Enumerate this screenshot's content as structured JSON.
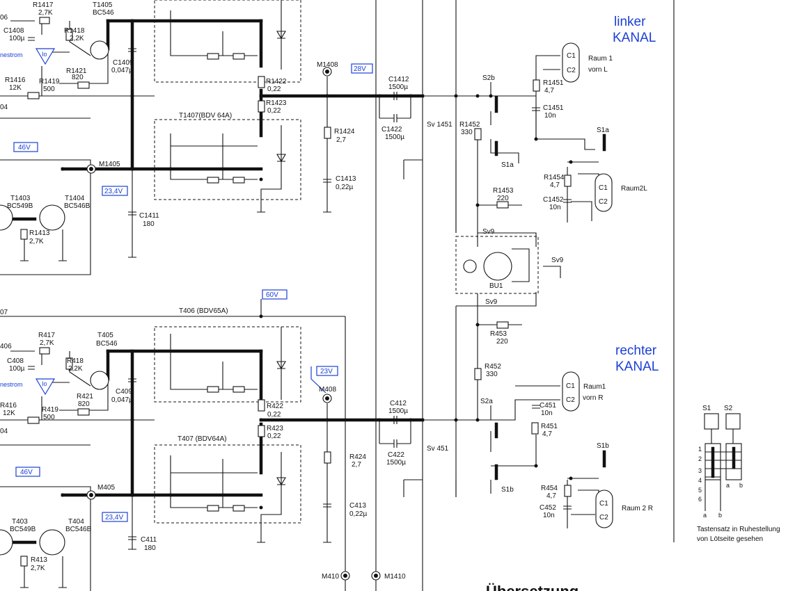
{
  "left_channel": {
    "title_line1": "linker",
    "title_line2": "KANAL",
    "labels": {
      "r1417": "R1417",
      "r1417_v": "2,7K",
      "t1405": "T1405",
      "t1405_v": "BC546",
      "c1408": "C1408",
      "c1408_v": "100µ",
      "r1418": "R1418",
      "r1418_v": "2,2K",
      "c1409": "C1409",
      "c1409_v": "0,047µ",
      "r1421": "R1421",
      "r1421_v": "820",
      "r1419": "R1419",
      "r1419_v": "500",
      "r1416": "R1416",
      "r1416_v": "12K",
      "r1422": "R1422",
      "r1422_v": "0,22",
      "r1423": "R1423",
      "r1423_v": "0,22",
      "m1408": "M1408",
      "t1407": "T1407(BDV 64A)",
      "r1424": "R1424",
      "r1424_v": "2,7",
      "c1413": "C1413",
      "c1413_v": "0,22µ",
      "c1412": "C1412",
      "c1412_v": "1500µ",
      "c1422": "C1422",
      "c1422_v": "1500µ",
      "sv1451": "Sv 1451",
      "m1405": "M1405",
      "t1403": "T1403",
      "t1403_v": "BC549B",
      "t1404": "T1404",
      "t1404_v": "BC546B",
      "r1413": "R1413",
      "r1413_v": "2,7K",
      "c1411": "C1411",
      "c1411_v": "180",
      "r1452": "R1452",
      "r1452_v": "330",
      "r1451": "R1451",
      "r1451_v": "4,7",
      "c1451": "C1451",
      "c1451_v": "10n",
      "r1453": "R1453",
      "r1453_v": "220",
      "r1454": "R1454",
      "r1454_v": "4,7",
      "c1452": "C1452",
      "c1452_v": "10n",
      "raum1": "Raum 1",
      "raum1_sub": "vorn  L",
      "raum2": "Raum2L"
    },
    "voltages": {
      "v28": "28V",
      "v46": "46V",
      "v234": "23,4V"
    }
  },
  "right_channel": {
    "title_line1": "rechter",
    "title_line2": "KANAL",
    "labels": {
      "t406": "T406  (BDV65A)",
      "r417": "R417",
      "r417_v": "2,7K",
      "t405": "T405",
      "t405_v": "BC546",
      "c408": "C408",
      "c408_v": "100µ",
      "r418": "R418",
      "r418_v": "2,2K",
      "c409": "C409",
      "c409_v": "0,047µ",
      "r421": "R421",
      "r421_v": "820",
      "r419": "R419",
      "r419_v": "500",
      "r416": "R416",
      "r416_v": "12K",
      "r422": "R422",
      "r422_v": "0,22",
      "r423": "R423",
      "r423_v": "0,22",
      "m408": "M408",
      "t407": "T407 (BDV64A)",
      "r424": "R424",
      "r424_v": "2,7",
      "c413": "C413",
      "c413_v": "0,22µ",
      "c412": "C412",
      "c412_v": "1500µ",
      "c422": "C422",
      "c422_v": "1500µ",
      "sv451": "Sv 451",
      "m405": "M405",
      "t403": "T403",
      "t403_v": "BC549B",
      "t404": "T404",
      "t404_v": "BC546B",
      "r413": "R413",
      "r413_v": "2,7K",
      "c411": "C411",
      "c411_v": "180",
      "r453": "R453",
      "r453_v": "220",
      "r452": "R452",
      "r452_v": "330",
      "c451": "C451",
      "c451_v": "10n",
      "r451": "R451",
      "r451_v": "4,7",
      "r454": "R454",
      "r454_v": "4,7",
      "c452": "C452",
      "c452_v": "10n",
      "raum1": "Raum1",
      "raum1_sub": "vorn R",
      "raum2": "Raum 2 R"
    },
    "voltages": {
      "v60": "60V",
      "v23": "23V",
      "v46": "46V",
      "v234": "23,4V"
    }
  },
  "switches": {
    "s2b": "S2b",
    "s1a": "S1a",
    "s2a": "S2a",
    "s1b": "S1b"
  },
  "shared": {
    "stromlabel": "nestrom",
    "io": "Io",
    "m410": "M410",
    "m1410": "M1410",
    "sv9": "Sv9",
    "bu1": "BU1",
    "c1": "C1",
    "c2": "C2",
    "edge_06": "06",
    "edge_04": "04",
    "edge_07": "07",
    "edge_406": "406",
    "edge_404": "04"
  },
  "legend": {
    "s1": "S1",
    "s2": "S2",
    "rows": [
      "1",
      "2",
      "3",
      "4",
      "5",
      "6"
    ],
    "col_a": "a",
    "col_b": "b",
    "caption_line1": "Tastensatz in Ruhestellung",
    "caption_line2": "von Lötseite gesehen"
  },
  "footer": {
    "heading": "Übersetzung"
  },
  "colors": {
    "ink": "#111111",
    "annotation_blue": "#1a3fd6",
    "paper": "#ffffff"
  }
}
